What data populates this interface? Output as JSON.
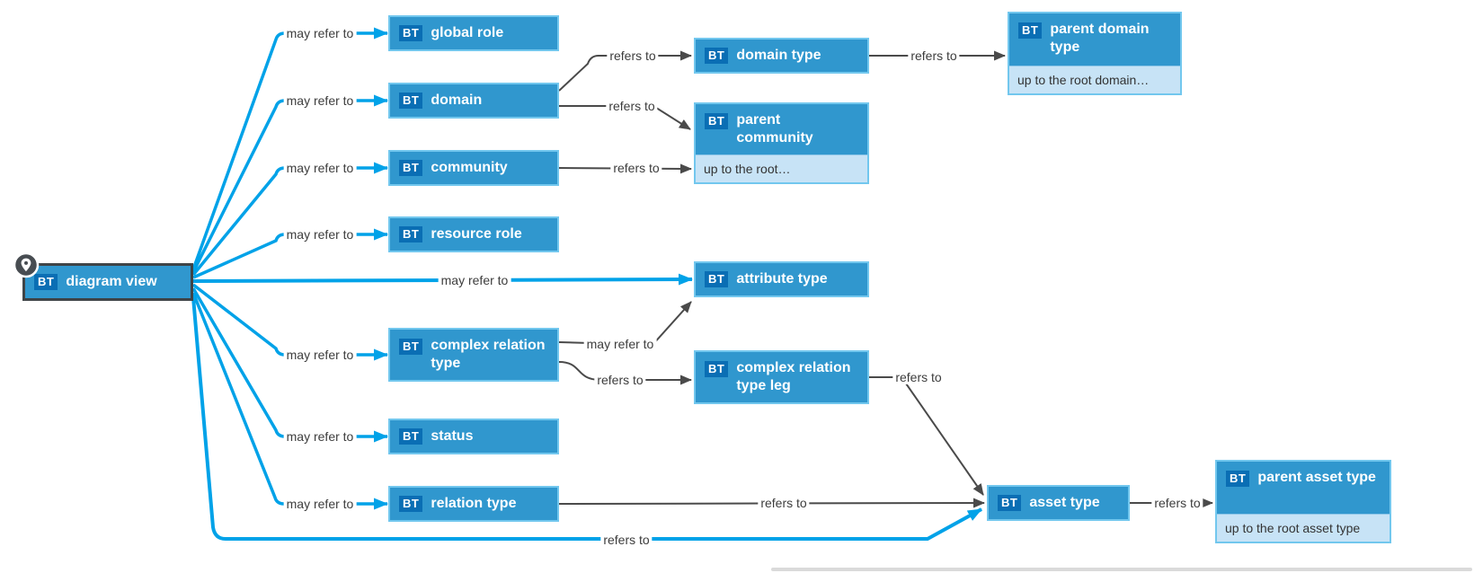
{
  "diagram": {
    "colors": {
      "node_fill": "#3097CE",
      "node_border": "#72C7EE",
      "badge_bg": "#0A6EB4",
      "footer_bg": "#C7E3F6",
      "edge_blue": "#00A2E8",
      "edge_gray": "#4A4A4A",
      "selected_border": "#3F4447",
      "label_text": "#3D3D3D"
    },
    "nodes": [
      {
        "id": "diagram-view",
        "badge": "BT",
        "title": "diagram view",
        "selected": true
      },
      {
        "id": "global-role",
        "badge": "BT",
        "title": "global role"
      },
      {
        "id": "domain",
        "badge": "BT",
        "title": "domain"
      },
      {
        "id": "community",
        "badge": "BT",
        "title": "community"
      },
      {
        "id": "resource-role",
        "badge": "BT",
        "title": "resource role"
      },
      {
        "id": "complex-relation-type",
        "badge": "BT",
        "title": "complex relation type"
      },
      {
        "id": "status",
        "badge": "BT",
        "title": "status"
      },
      {
        "id": "relation-type",
        "badge": "BT",
        "title": "relation type"
      },
      {
        "id": "domain-type",
        "badge": "BT",
        "title": "domain type"
      },
      {
        "id": "parent-community",
        "badge": "BT",
        "title": "parent community",
        "footer": "up to the root…"
      },
      {
        "id": "attribute-type",
        "badge": "BT",
        "title": "attribute type"
      },
      {
        "id": "complex-relation-type-leg",
        "badge": "BT",
        "title": "complex relation type leg"
      },
      {
        "id": "parent-domain-type",
        "badge": "BT",
        "title": "parent domain type",
        "footer": "up to the root domain…"
      },
      {
        "id": "asset-type",
        "badge": "BT",
        "title": "asset type"
      },
      {
        "id": "parent-asset-type",
        "badge": "BT",
        "title": "parent asset type",
        "footer": "up to the root asset type"
      }
    ],
    "edges": [
      {
        "from": "diagram view",
        "to": "global role",
        "label": "may refer to",
        "style": "blue"
      },
      {
        "from": "diagram view",
        "to": "domain",
        "label": "may refer to",
        "style": "blue"
      },
      {
        "from": "diagram view",
        "to": "community",
        "label": "may refer to",
        "style": "blue"
      },
      {
        "from": "diagram view",
        "to": "resource role",
        "label": "may refer to",
        "style": "blue"
      },
      {
        "from": "diagram view",
        "to": "attribute type",
        "label": "may refer to",
        "style": "blue"
      },
      {
        "from": "diagram view",
        "to": "complex relation type",
        "label": "may refer to",
        "style": "blue"
      },
      {
        "from": "diagram view",
        "to": "status",
        "label": "may refer to",
        "style": "blue"
      },
      {
        "from": "diagram view",
        "to": "relation type",
        "label": "may refer to",
        "style": "blue"
      },
      {
        "from": "diagram view",
        "to": "asset type",
        "label": "refers to",
        "style": "blue"
      },
      {
        "from": "domain",
        "to": "domain type",
        "label": "refers to",
        "style": "gray"
      },
      {
        "from": "domain",
        "to": "parent community",
        "label": "refers to",
        "style": "gray"
      },
      {
        "from": "domain type",
        "to": "parent domain type",
        "label": "refers to",
        "style": "gray"
      },
      {
        "from": "community",
        "to": "parent community",
        "label": "refers to",
        "style": "gray"
      },
      {
        "from": "complex relation type",
        "to": "attribute type",
        "label": "may refer to",
        "style": "gray"
      },
      {
        "from": "complex relation type",
        "to": "complex relation type leg",
        "label": "refers to",
        "style": "gray"
      },
      {
        "from": "complex relation type leg",
        "to": "asset type",
        "label": "refers to",
        "style": "gray"
      },
      {
        "from": "relation type",
        "to": "asset type",
        "label": "refers to",
        "style": "gray"
      },
      {
        "from": "asset type",
        "to": "parent asset type",
        "label": "refers to",
        "style": "gray"
      }
    ]
  }
}
